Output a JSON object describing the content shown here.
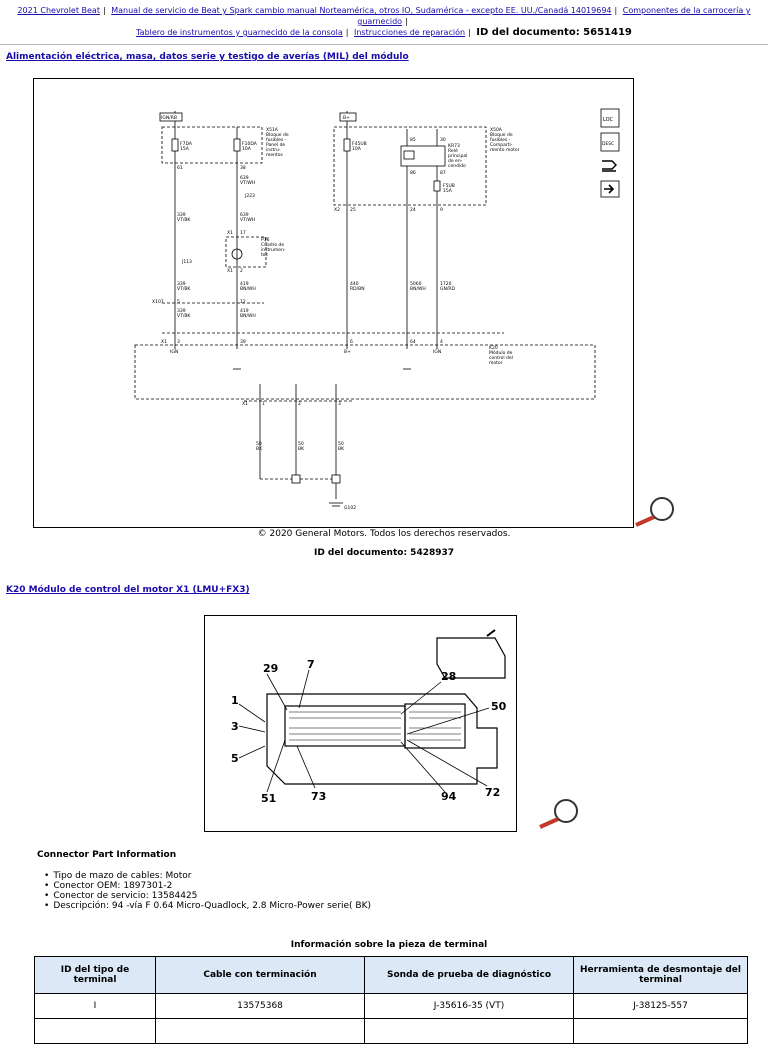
{
  "breadcrumb": {
    "items": [
      "2021 Chevrolet Beat",
      "Manual de servicio de Beat y Spark cambio manual Norteamérica, otros IO, Sudamérica - excepto EE. UU./Canadá 14019694",
      "Componentes de la carrocería y guarnecido",
      "Tablero de instrumentos y guarnecido de la consola",
      "Instrucciones de reparación"
    ],
    "doc_id": "ID del documento: 5651419"
  },
  "section1": {
    "title": "Alimentación eléctrica, masa, datos serie y testigo de averías (MIL) del módulo"
  },
  "diagram": {
    "labels": {
      "ign_box": "IGN/RB",
      "bplus_box": "B+",
      "x51a": "X51A",
      "x51a_d1": "Bloque de",
      "x51a_d2": "fusibles -",
      "x51a_d3": "Panel de",
      "x51a_d4": "instru-",
      "x51a_d5": "mentos",
      "f7da": "F7DA",
      "f7da_a": "15A",
      "f10da": "F10DA",
      "f10da_a": "10A",
      "p61": "61",
      "p38": "38",
      "w639": "639",
      "w639c": "VT/WH",
      "j223": "J223",
      "w639b": "639",
      "w639bc": "VT/WH",
      "x1_17": "X1",
      "p17": "17",
      "p16": "P16",
      "p16_d1": "Cuadro de",
      "p16_d2": "instrumen-",
      "p16_d3": "tos",
      "x1_2": "X1",
      "p2": "2",
      "w339a": "339",
      "w339ac": "VT/BK",
      "j113": "J113",
      "w339b": "339",
      "w339bc": "VT/BK",
      "w419a": "419",
      "w419ac": "BN/WH",
      "x107": "X107",
      "p5": "5",
      "p12": "12",
      "w339c": "339",
      "w339cc": "VT/BK",
      "w419b": "419",
      "w419bc": "BN/WH",
      "x1_ecm": "X1",
      "p3": "3",
      "p39": "39",
      "ign_pin": "IGN",
      "x50a": "X50A",
      "x50a_d1": "Bloque de",
      "x50a_d2": "fusibles -",
      "x50a_d3": "Comparti-",
      "x50a_d4": "mento motor",
      "f45ub": "F45UB",
      "f45ub_a": "10A",
      "p85": "85",
      "p30": "30",
      "kr73": "KR73",
      "kr73_d1": "Relé",
      "kr73_d2": "principal",
      "kr73_d3": "de en-",
      "kr73_d4": "cendido",
      "p86": "86",
      "p87": "87",
      "f5ub": "F5UB",
      "f5ub_a": "15A",
      "x2": "X2",
      "p25": "25",
      "p24": "24",
      "p9": "9",
      "w440": "440",
      "w440c": "RD/BN",
      "w5060": "5060",
      "w5060c": "BN/WH",
      "w1720": "1720",
      "w1720c": "GN/RD",
      "p6": "6",
      "p64": "64",
      "p4": "4",
      "bplus_pin": "B+",
      "ign_pin2": "IGN",
      "k20": "K20",
      "k20_d1": "Módulo de",
      "k20_d2": "control del",
      "k20_d3": "motor",
      "x1_gnd": "X1",
      "g1": "1",
      "g2": "2",
      "g3": "3",
      "w50a": "50",
      "w50ac": "BK",
      "w50b": "50",
      "w50bc": "BK",
      "w50c": "50",
      "w50cc": "BK",
      "g102": "G102",
      "legend_loc": "LOC",
      "legend_desc": "DESC"
    }
  },
  "copyright": "© 2020 General Motors.  Todos los derechos reservados.",
  "doc_id2": "ID del documento: 5428937",
  "section2": {
    "title": "K20 Módulo de control del motor X1 (LMU+FX3)"
  },
  "connector": {
    "callouts": [
      "29",
      "7",
      "28",
      "50",
      "1",
      "3",
      "5",
      "51",
      "73",
      "94",
      "72"
    ]
  },
  "connector_info": {
    "heading": "Connector Part Information",
    "bullets": [
      "Tipo de mazo de cables: Motor",
      "Conector OEM: 1897301-2",
      "Conector de servicio: 13584425",
      "Descripción: 94 -vía F 0.64 Micro-Quadlock, 2.8 Micro-Power serie( BK)"
    ]
  },
  "terminal_table": {
    "caption": "Información sobre la pieza de terminal",
    "headers": [
      "ID del tipo de terminal",
      "Cable con terminación",
      "Sonda de prueba de diagnóstico",
      "Herramienta de desmontaje del terminal"
    ],
    "rows": [
      [
        "I",
        "13575368",
        "J-35616-35 (VT)",
        "J-38125-557"
      ]
    ]
  }
}
